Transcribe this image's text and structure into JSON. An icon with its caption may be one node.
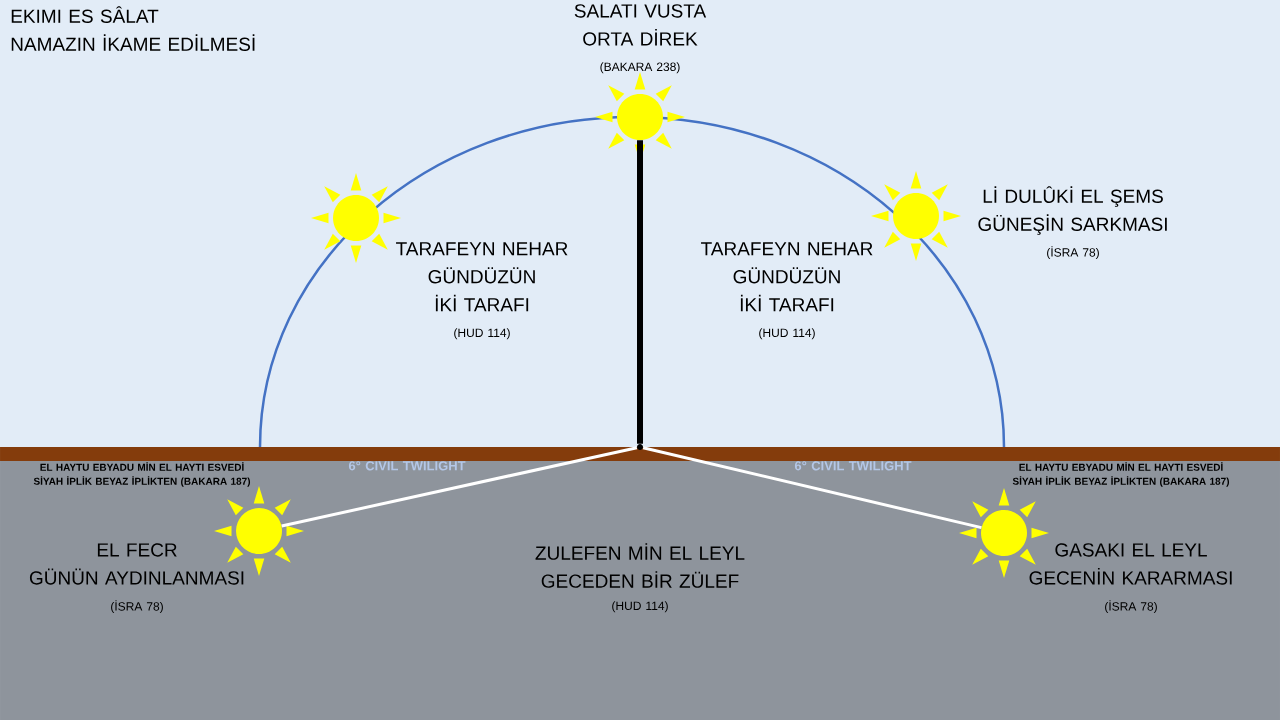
{
  "diagram": {
    "title": "EKIMI ES SÂLAT NAMAZIN İKAME EDİLMESİ",
    "nodes": [
      {
        "text": [],
        "shape": "sun",
        "beside": [
          "SALATI VUSTA ORTA DİREK",
          "(BAKARA 238)"
        ]
      },
      {
        "text": [],
        "shape": "sun"
      },
      {
        "text": [],
        "shape": "sun",
        "beside": [
          "Lİ DULÛKİ EL ŞEMS GÜNEŞİN SARKMASI",
          "(İSRA 78)"
        ]
      },
      {
        "text": [],
        "shape": "sun",
        "beside": [
          "EL HAYTU EBYADU MİN EL HAYTI ESVEDİ SİYAH İPLİK BEYAZ İPLİKTEN (BAKARA 187)",
          "EL FECR GÜNÜN AYDINLANMASI",
          "(İSRA 78)"
        ]
      },
      {
        "text": [],
        "shape": "sun",
        "beside": [
          "EL HAYTU EBYADU MİN EL HAYTI ESVEDİ SİYAH İPLİK BEYAZ İPLİKTEN (BAKARA 187)",
          "GASAKI EL LEYL GECENİN KARARMASI",
          "(İSRA 78)"
        ]
      },
      {
        "text": [],
        "shape": "point"
      }
    ],
    "edges": [
      {
        "from": 5,
        "to": 0,
        "arrow": "none",
        "style": "thick",
        "color": "#000000"
      },
      {
        "from": 5,
        "to": 3,
        "arrow": "none"
      },
      {
        "from": 5,
        "to": 4,
        "arrow": "none"
      }
    ],
    "labels": [
      "TARAFEYN NEHAR GÜNDÜZÜN İKİ TARAFI",
      "(HUD 114)",
      "TARAFEYN NEHAR GÜNDÜZÜN İKİ TARAFI",
      "(HUD 114)",
      "6° CIVIL TWILIGHT",
      "6° CIVIL TWILIGHT",
      "ZULEFEN MİN EL LEYL GECEDEN BİR ZÜLEF",
      "(HUD 114)"
    ]
  }
}
